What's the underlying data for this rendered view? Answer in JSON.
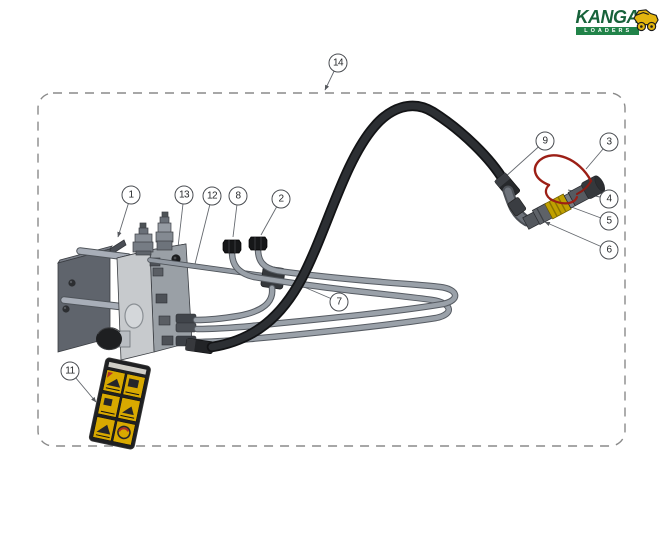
{
  "brand": {
    "name": "KANGA",
    "tagline": "LOADERS"
  },
  "callouts": {
    "c1": "1",
    "c2": "2",
    "c3": "3",
    "c4": "4",
    "c5": "5",
    "c6": "6",
    "c7": "7",
    "c8": "8",
    "c9": "9",
    "c11": "11",
    "c12": "12",
    "c13": "13",
    "c14": "14"
  },
  "decal": {
    "pictogram_rows": 3,
    "pictogram_cols": 2
  },
  "colors": {
    "brand_green": "#17623a",
    "brand_bar_green": "#218349",
    "loader_yellow": "#e3b50f",
    "boundary_dash": "#8a8a8a",
    "leader_line": "#65696f",
    "callout_stroke": "#4a4d52",
    "hose_black": "#2c2f33",
    "steel_light": "#c7cacd",
    "steel_mid": "#9aa0a6",
    "steel_dark": "#5f646c",
    "coupler_yellow": "#c0a000",
    "lanyard_red": "#9c1f16",
    "decal_black": "#1f2022",
    "decal_yellow": "#d8a900"
  }
}
